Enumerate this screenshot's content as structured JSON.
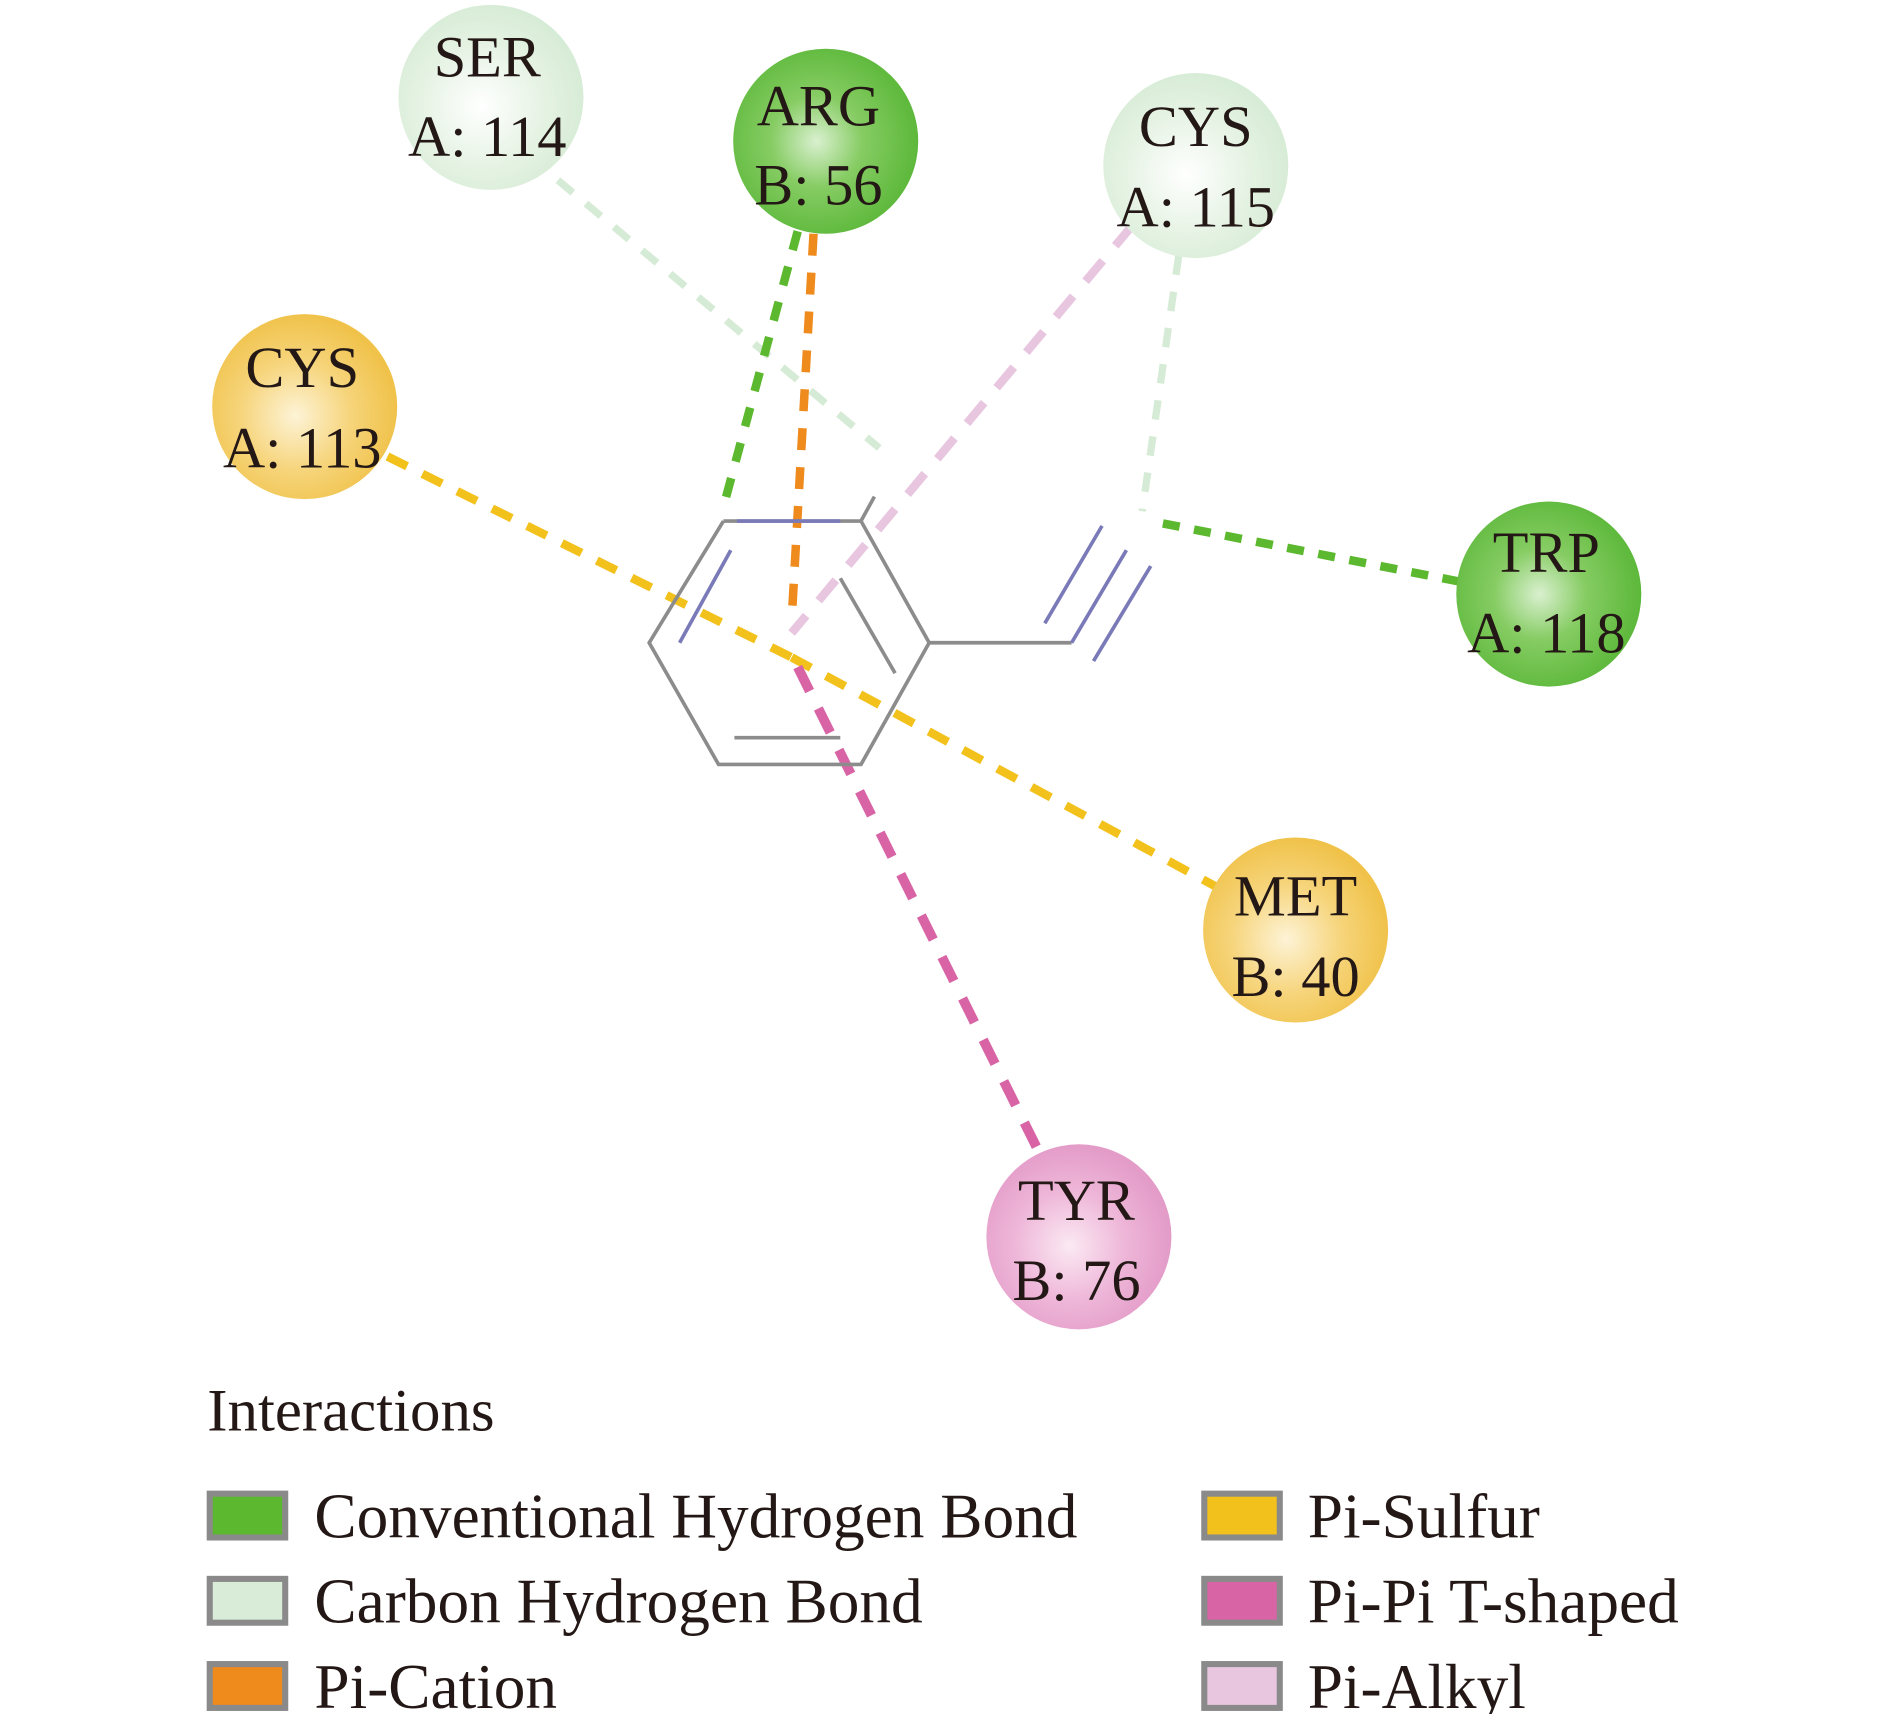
{
  "diagram": {
    "type": "2D ligand-protein interaction diagram",
    "ligand": "ethynylbenzene (phenylacetylene)",
    "interaction_types": {
      "conv_hbond": {
        "label": "Conventional Hydrogen Bond",
        "color": "#5cb82e"
      },
      "carbon_hbond": {
        "label": "Carbon Hydrogen Bond",
        "color": "#d6ebd6"
      },
      "pi_cation": {
        "label": "Pi-Cation",
        "color": "#ef8a1d"
      },
      "pi_sulfur": {
        "label": "Pi-Sulfur",
        "color": "#f2c11c"
      },
      "pi_pi_t": {
        "label": "Pi-Pi T-shaped",
        "color": "#d964a5"
      },
      "pi_alkyl": {
        "label": "Pi-Alkyl",
        "color": "#e8c6e0"
      }
    },
    "residues": [
      {
        "name": "SER",
        "id": "A: 114",
        "type": "carbon_hbond"
      },
      {
        "name": "ARG",
        "id": "B: 56",
        "type": "conv_hbond"
      },
      {
        "name": "CYS",
        "id": "A: 115",
        "type": "carbon_hbond"
      },
      {
        "name": "CYS",
        "id": "A: 113",
        "type": "pi_sulfur"
      },
      {
        "name": "TRP",
        "id": "A: 118",
        "type": "conv_hbond"
      },
      {
        "name": "MET",
        "id": "B: 40",
        "type": "pi_sulfur"
      },
      {
        "name": "TYR",
        "id": "B: 76",
        "type": "pi_pi_t"
      }
    ],
    "interactions": [
      {
        "residue": "SER A: 114",
        "type": "carbon_hbond"
      },
      {
        "residue": "ARG B: 56",
        "type": "conv_hbond"
      },
      {
        "residue": "ARG B: 56",
        "type": "pi_cation"
      },
      {
        "residue": "CYS A: 115",
        "type": "pi_alkyl"
      },
      {
        "residue": "CYS A: 115",
        "type": "carbon_hbond"
      },
      {
        "residue": "TRP A: 118",
        "type": "conv_hbond"
      },
      {
        "residue": "CYS A: 113",
        "type": "pi_sulfur"
      },
      {
        "residue": "MET B: 40",
        "type": "pi_sulfur"
      },
      {
        "residue": "TYR B: 76",
        "type": "pi_pi_t"
      }
    ]
  },
  "legend": {
    "title": "Interactions",
    "items": [
      {
        "key": "conv_hbond",
        "label": "Conventional Hydrogen Bond",
        "color": "#5cb82e"
      },
      {
        "key": "carbon_hbond",
        "label": "Carbon Hydrogen Bond",
        "color": "#d9ecd8"
      },
      {
        "key": "pi_cation",
        "label": "Pi-Cation",
        "color": "#ef8a1d"
      },
      {
        "key": "pi_sulfur",
        "label": "Pi-Sulfur",
        "color": "#f2c11c"
      },
      {
        "key": "pi_pi_t",
        "label": "Pi-Pi T-shaped",
        "color": "#d964a5"
      },
      {
        "key": "pi_alkyl",
        "label": "Pi-Alkyl",
        "color": "#e8c6e0"
      }
    ]
  }
}
